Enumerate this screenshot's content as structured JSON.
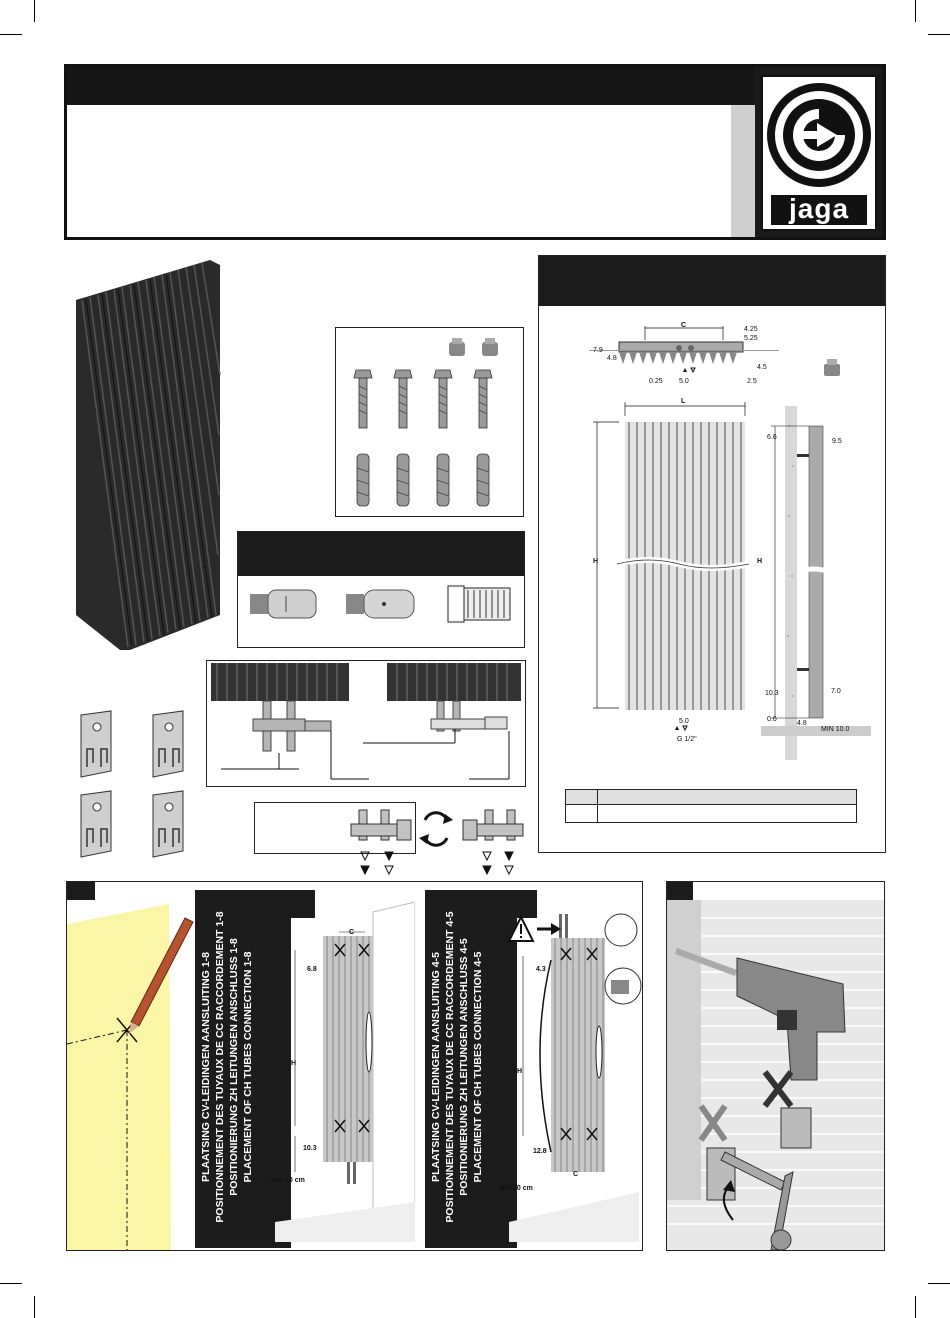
{
  "logo": {
    "wordmark": "jaga"
  },
  "dimensions": {
    "top_view": {
      "c": "C",
      "d1": "4.25",
      "d2": "5.25",
      "d3": "4.8",
      "d4": "7.9",
      "d5": "4.5",
      "d6": "0.25",
      "d7": "5.0",
      "d8": "2.5"
    },
    "front": {
      "length": "L",
      "height": "H",
      "bottom": "5.0",
      "thread": "G 1/2\""
    },
    "side": {
      "top1": "6.6",
      "top2": "9.5",
      "height": "H",
      "bot1": "10.3",
      "bot2": "7.0",
      "bot3": "0.6",
      "bot4": "4.8",
      "min": "MIN 10.0"
    }
  },
  "step_a": {
    "lines": [
      "PLAATSING CV-LEIDINGEN AANSLUITING 1-8",
      "POSITIONNEMENT DES TUYAUX DE CC RACCORDEMENT 1-8",
      "POSITIONIERUNG ZH LEITUNGEN ANSCHLUSS 1-8",
      "PLACEMENT OF CH TUBES CONNECTION 1-8"
    ],
    "dim_c": "C",
    "dim_top": "6.8",
    "dim_h": "H",
    "dim_bot": "10.3",
    "min": "Min 10 cm"
  },
  "step_b": {
    "lines": [
      "PLAATSING CV-LEIDINGEN AANSLUITING 4-5",
      "POSITIONNEMENT DES TUYAUX DE CC RACCORDEMENT 4-5",
      "POSITIONIERUNG ZH LEITUNGEN ANSCHLUSS 4-5",
      "PLACEMENT OF CH TUBES CONNECTION 4-5"
    ],
    "dim_top": "4.3",
    "dim_h": "H",
    "dim_bot": "12.8",
    "dim_c": "C",
    "min": "Min 10 cm"
  },
  "colors": {
    "dark": "#1c1c1c",
    "yellow": "#fbf5a6",
    "pencil": "#b8532f",
    "brick": "#e8e8e8"
  }
}
